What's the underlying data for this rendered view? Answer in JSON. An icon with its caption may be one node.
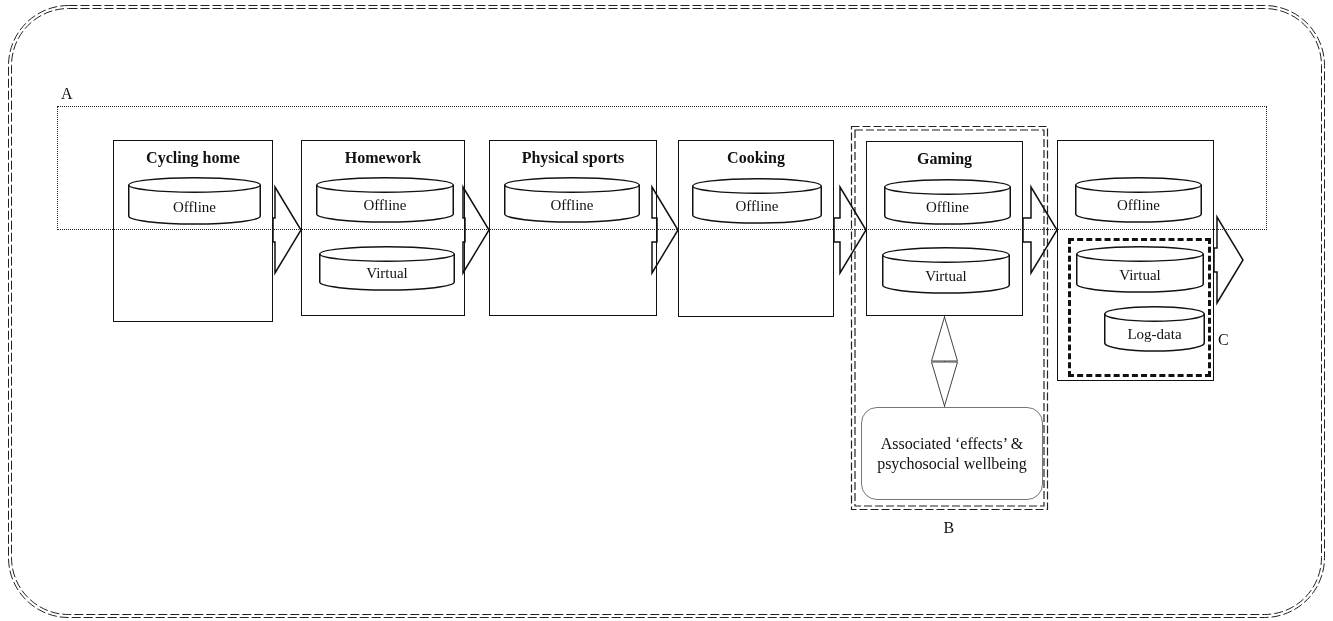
{
  "diagram": {
    "nodes": [
      {
        "text": [],
        "shape": "box"
      },
      {
        "text": [
          "A"
        ],
        "in": 0
      },
      {
        "text": [
          "Cycling home"
        ],
        "in": 0
      },
      {
        "text": [
          "Offline"
        ]
      },
      {
        "text": [
          "Homework"
        ],
        "in": 0
      },
      {
        "text": [
          "Offline"
        ]
      },
      {
        "text": [
          "Virtual"
        ],
        "in": 4
      },
      {
        "text": [
          "Physical sports"
        ],
        "in": 0
      },
      {
        "text": [
          "Offline"
        ]
      },
      {
        "text": [
          "Cooking"
        ],
        "in": 0
      },
      {
        "text": [
          "Offline"
        ]
      },
      {
        "text": [
          "B"
        ],
        "in": 0
      },
      {
        "text": [
          "Gaming"
        ],
        "in": 11
      },
      {
        "text": [
          "Offline"
        ]
      },
      {
        "text": [
          "Virtual"
        ],
        "in": 12
      },
      {
        "text": [
          "Associated ‘effects’ & psychosocial wellbeing"
        ],
        "in": 11
      },
      {
        "text": [],
        "shape": "box",
        "in": 0
      },
      {
        "text": [
          "Offline"
        ]
      },
      {
        "text": [
          "C"
        ],
        "in": 16
      },
      {
        "text": [
          "Virtual"
        ],
        "in": 18
      },
      {
        "text": [
          "Log-data"
        ],
        "in": 18
      }
    ],
    "edges": [
      {
        "from": 2,
        "to": 4,
        "arrow": "to"
      },
      {
        "from": 4,
        "to": 7,
        "arrow": "to"
      },
      {
        "from": 7,
        "to": 9,
        "arrow": "to"
      },
      {
        "from": 9,
        "to": 12,
        "arrow": "to"
      },
      {
        "from": 12,
        "to": 16,
        "arrow": "to"
      },
      {
        "from": 16,
        "to": null,
        "arrow": "to"
      },
      {
        "from": 12,
        "to": 15,
        "arrow": "both"
      }
    ]
  }
}
